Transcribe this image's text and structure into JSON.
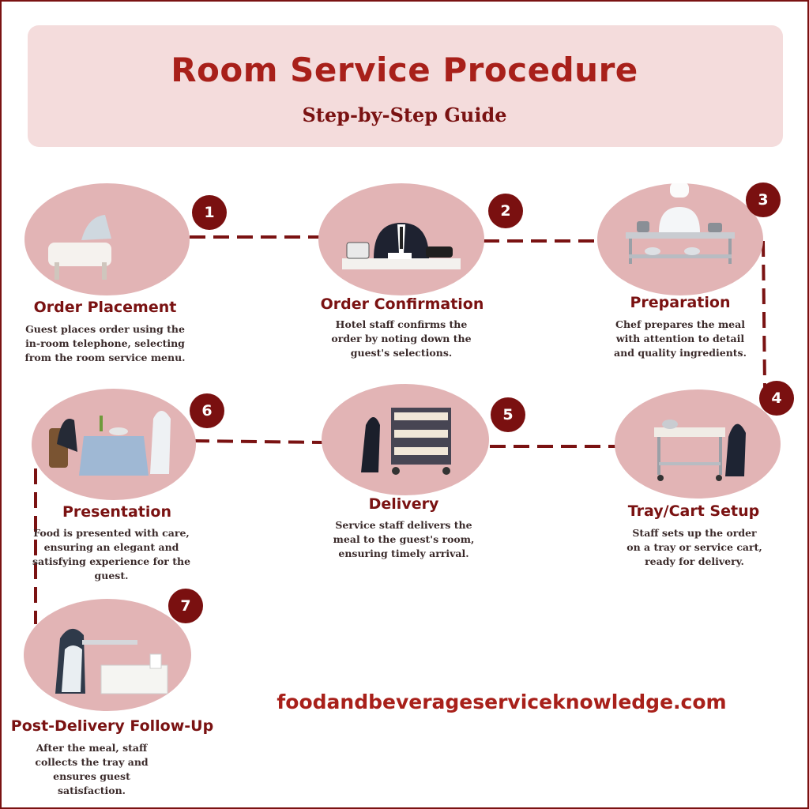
{
  "colors": {
    "primary": "#a8201a",
    "dark_red": "#7a1212",
    "header_bg": "#f4dcdc",
    "circle_bg": "#e2b4b5",
    "badge_bg": "#7a1010"
  },
  "header": {
    "title": "Room Service Procedure",
    "subtitle": "Step-by-Step Guide"
  },
  "steps": [
    {
      "number": "1",
      "title": "Order Placement",
      "description": "Guest places order using the in-room telephone, selecting from the room service menu.",
      "illustration": "guest-phone-icon"
    },
    {
      "number": "2",
      "title": "Order Confirmation",
      "description": "Hotel staff confirms the order by noting down the guest's selections.",
      "illustration": "staff-desk-icon"
    },
    {
      "number": "3",
      "title": "Preparation",
      "description": "Chef prepares the meal with attention to detail and quality ingredients.",
      "illustration": "chef-kitchen-icon"
    },
    {
      "number": "4",
      "title": "Tray/Cart Setup",
      "description": "Staff sets up the order on a tray or service cart, ready for delivery.",
      "illustration": "cart-setup-icon"
    },
    {
      "number": "5",
      "title": "Delivery",
      "description": "Service staff delivers the meal to the guest's room, ensuring timely arrival.",
      "illustration": "delivery-cart-icon"
    },
    {
      "number": "6",
      "title": "Presentation",
      "description": "Food is presented with care, ensuring an elegant and satisfying experience for the guest.",
      "illustration": "table-presentation-icon"
    },
    {
      "number": "7",
      "title": "Post-Delivery Follow-Up",
      "description": "After the meal, staff collects the tray and ensures guest satisfaction.",
      "illustration": "tray-collection-icon"
    }
  ],
  "footer": {
    "website": "foodandbeverageserviceknowledge.com"
  }
}
